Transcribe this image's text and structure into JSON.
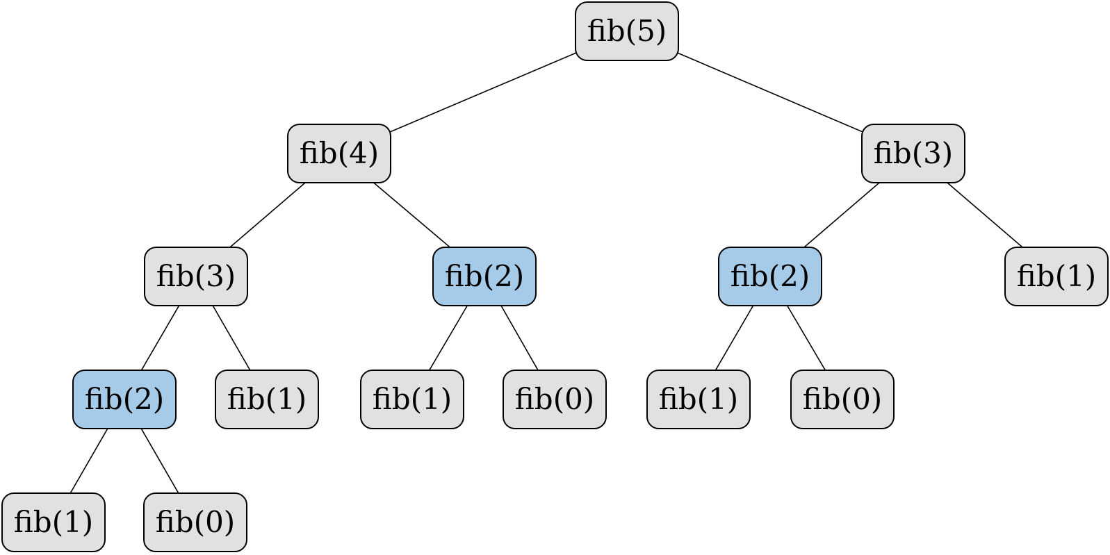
{
  "diagram": {
    "type": "recursion-tree",
    "function_name": "fib",
    "root_label": "fib(5)"
  },
  "colors": {
    "background": "#ffffff",
    "node_fill": "#e1e1e1",
    "highlight_fill": "#a6cbe8",
    "node_border": "#000000",
    "edge": "#000000",
    "text": "#000000"
  },
  "nodes": [
    {
      "label": "fib(5)",
      "highlighted": false
    },
    {
      "label": "fib(4)",
      "highlighted": false
    },
    {
      "label": "fib(3)",
      "highlighted": false
    },
    {
      "label": "fib(3)",
      "highlighted": false
    },
    {
      "label": "fib(2)",
      "highlighted": true
    },
    {
      "label": "fib(2)",
      "highlighted": true
    },
    {
      "label": "fib(1)",
      "highlighted": false
    },
    {
      "label": "fib(2)",
      "highlighted": true
    },
    {
      "label": "fib(1)",
      "highlighted": false
    },
    {
      "label": "fib(1)",
      "highlighted": false
    },
    {
      "label": "fib(0)",
      "highlighted": false
    },
    {
      "label": "fib(1)",
      "highlighted": false
    },
    {
      "label": "fib(0)",
      "highlighted": false
    },
    {
      "label": "fib(1)",
      "highlighted": false
    },
    {
      "label": "fib(0)",
      "highlighted": false
    }
  ],
  "edges": [
    [
      0,
      1
    ],
    [
      0,
      2
    ],
    [
      1,
      3
    ],
    [
      1,
      4
    ],
    [
      2,
      5
    ],
    [
      2,
      6
    ],
    [
      3,
      7
    ],
    [
      3,
      8
    ],
    [
      4,
      9
    ],
    [
      4,
      10
    ],
    [
      5,
      11
    ],
    [
      5,
      12
    ],
    [
      7,
      13
    ],
    [
      7,
      14
    ]
  ]
}
